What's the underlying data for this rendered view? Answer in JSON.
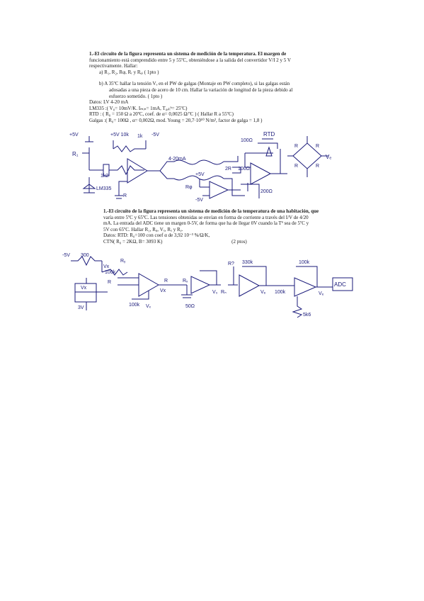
{
  "problem1": {
    "intro_1": "1.-El circuito de la figura representa un sistema de medición de la temperatura. El margen de",
    "intro_2": "funcionamiento está comprendido entre 5 y 55ºC, obteniéndose a la salida del convertidor V/I 2 y 5 V",
    "intro_3": "respectivamente. Hallar:",
    "part_a": "a)   R₁, R₂, Rφ, Rᵣ y Rᵩᵢ   ( 1pto )",
    "part_b_1": "b)   A 35ºC hallar la tensión Vₑ en el PW de galgas (Montaje en PW completo), si las galgas están",
    "part_b_2": "adosadas a una pieza de acero de 10 cm. Hallar la variación de longitud de la pieza debido al",
    "part_b_3": "esfuerzo sometido.   ( 1pto )",
    "data_1": "Datos:  IᵢV 4-20 mA",
    "data_2": "LM335 :( V₀= 10mV/K. Iₘᵢₙ= 1mA, T₀ₐₗᵢᵇ= 25ºC)",
    "data_3": "RTD : ( R₀ = 150 Ω a 20ºC, coef. de α= 0,0025 Ω/ºC ) ( Hallar R a 55ºC)",
    "data_4": "Galgas :( R₀= 100Ω , α= 0,002Ω, mod. Young = 20,7·10¹⁰ N/m², factor de galga = 1,8 )"
  },
  "schematic1": {
    "labels": [
      "+5V",
      "+5V 10k",
      "1k",
      "-5V",
      "R₁",
      "LM335",
      "1k2",
      "4-20mA",
      "100Ω",
      "RTD",
      "R",
      "R",
      "R",
      "R",
      "Vₑ",
      "+5V",
      "100Ω",
      "Rφ",
      "-5V",
      "200Ω",
      "2R",
      "R"
    ]
  },
  "problem2": {
    "line_1": "1.-El circuito de la figura representa un sistema de medición de la temperatura de una habitación, que",
    "line_2": "varía entre 5ºC y 65ºC. Las tensiones obtenidas se envían en forma de corriente a través del I/V de 4/20",
    "line_3": "mA. La entrada del ADC tiene un margen 0-5V, de forma que ha de llegar 0V cuando la Tª sea de 5ºC y",
    "line_4": "5V con 65ºC. Hallar R₁, Rᵩ, Vₓ, Rₓ y Rᵧ.",
    "line_5": "Datos: RTD: R₀=100 con coef α de 3,92 10⁻³ %/Ω/K,",
    "line_6": "CTN( R₀ = 2KΩ, B= 3093 K)",
    "points": "(2 ptos)"
  },
  "schematic2": {
    "labels": [
      "-5V",
      "300",
      "Vx",
      "Rᵧ",
      "100k",
      "R",
      "100k",
      "R",
      "Vx",
      "3V",
      "Vx",
      "Rₓ",
      "50Ω",
      "V₀",
      "Rₙ",
      "R?",
      "330k",
      "Vₑ",
      "100k",
      "Vₑ",
      "100k",
      "5k6",
      "Vₓ",
      "ADC"
    ]
  }
}
